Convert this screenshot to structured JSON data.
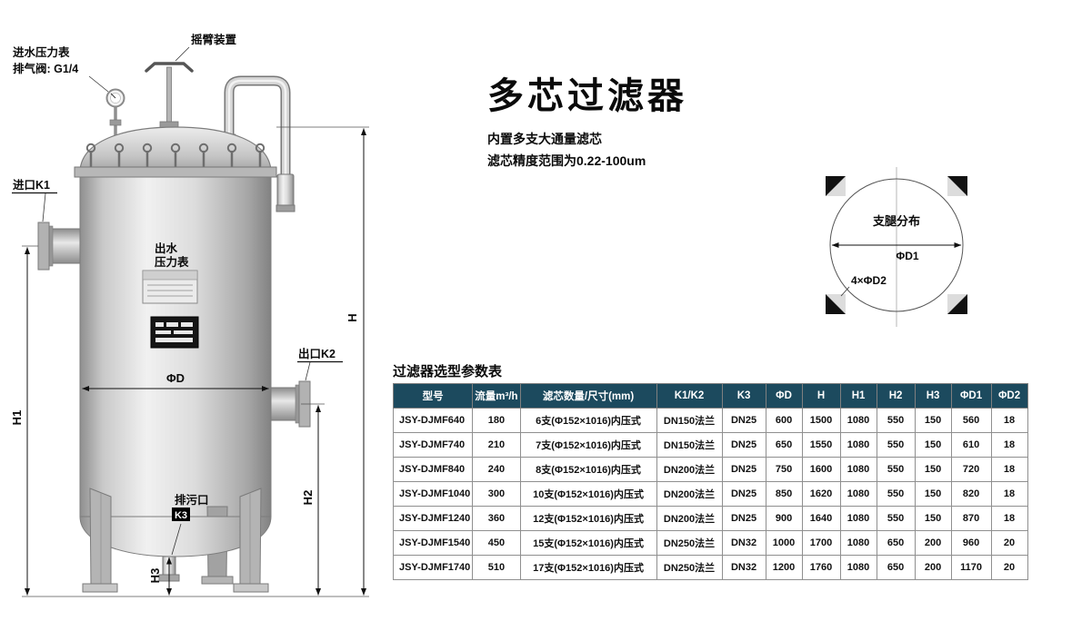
{
  "page": {
    "title": "多芯过滤器",
    "subtitle1": "内置多支大通量滤芯",
    "subtitle2": "滤芯精度范围为0.22-100um"
  },
  "drawing": {
    "label_inlet_gauge": "进水压力表",
    "label_vent_valve": "排气阀: G1/4",
    "label_rocker": "摇臂装置",
    "label_inlet": "进口K1",
    "label_outlet_gauge1": "出水",
    "label_outlet_gauge2": "压力表",
    "label_outlet": "出口K2",
    "label_drain": "排污口",
    "label_drain_port": "K3",
    "dim_phi_d": "ΦD",
    "dim_h": "H",
    "dim_h1": "H1",
    "dim_h2": "H2",
    "dim_h3": "H3"
  },
  "leg_layout": {
    "title": "支腿分布",
    "dim_phi_d1": "ΦD1",
    "dim_phi_d2": "4×ΦD2"
  },
  "table": {
    "caption": "过滤器选型参数表",
    "headers": [
      "型号",
      "流量m³/h",
      "滤芯数量/尺寸(mm)",
      "K1/K2",
      "K3",
      "ΦD",
      "H",
      "H1",
      "H2",
      "H3",
      "ΦD1",
      "ΦD2"
    ],
    "rows": [
      [
        "JSY-DJMF640",
        "180",
        "6支(Φ152×1016)内压式",
        "DN150法兰",
        "DN25",
        "600",
        "1500",
        "1080",
        "550",
        "150",
        "560",
        "18"
      ],
      [
        "JSY-DJMF740",
        "210",
        "7支(Φ152×1016)内压式",
        "DN150法兰",
        "DN25",
        "650",
        "1550",
        "1080",
        "550",
        "150",
        "610",
        "18"
      ],
      [
        "JSY-DJMF840",
        "240",
        "8支(Φ152×1016)内压式",
        "DN200法兰",
        "DN25",
        "750",
        "1600",
        "1080",
        "550",
        "150",
        "720",
        "18"
      ],
      [
        "JSY-DJMF1040",
        "300",
        "10支(Φ152×1016)内压式",
        "DN200法兰",
        "DN25",
        "850",
        "1620",
        "1080",
        "550",
        "150",
        "820",
        "18"
      ],
      [
        "JSY-DJMF1240",
        "360",
        "12支(Φ152×1016)内压式",
        "DN200法兰",
        "DN25",
        "900",
        "1640",
        "1080",
        "550",
        "150",
        "870",
        "18"
      ],
      [
        "JSY-DJMF1540",
        "450",
        "15支(Φ152×1016)内压式",
        "DN250法兰",
        "DN32",
        "1000",
        "1700",
        "1080",
        "650",
        "200",
        "960",
        "20"
      ],
      [
        "JSY-DJMF1740",
        "510",
        "17支(Φ152×1016)内压式",
        "DN250法兰",
        "DN32",
        "1200",
        "1760",
        "1080",
        "650",
        "200",
        "1170",
        "20"
      ]
    ]
  },
  "colors": {
    "table_header_bg": "#1c4a5e",
    "table_header_text": "#ffffff"
  }
}
